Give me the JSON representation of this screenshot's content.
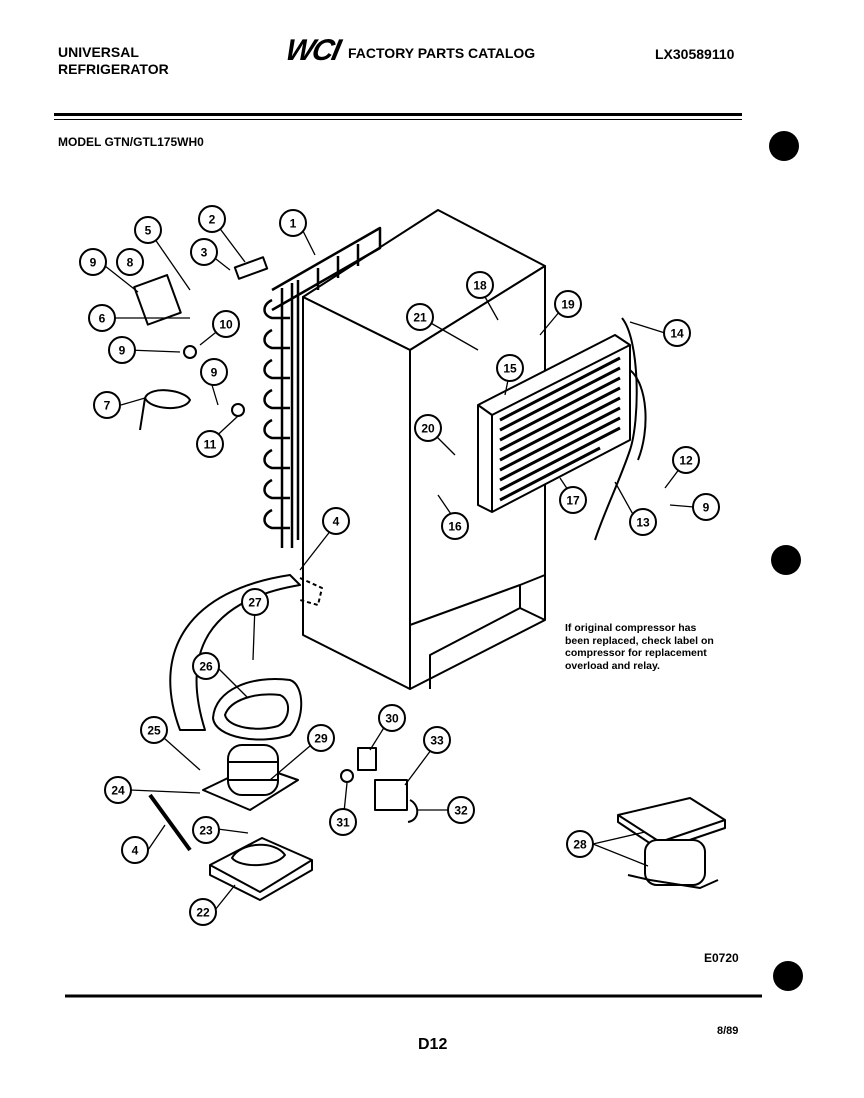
{
  "header": {
    "brand_line1": "UNIVERSAL",
    "brand_line2": "REFRIGERATOR",
    "logo_text": "WCI",
    "catalog_title": "FACTORY PARTS CATALOG",
    "catalog_number": "LX30589110"
  },
  "model": "MODEL GTN/GTL175WH0",
  "note_lines": [
    "If original compressor has",
    "been replaced, check label on",
    "compressor for replacement",
    "overload and relay."
  ],
  "callouts": [
    "1",
    "2",
    "3",
    "4",
    "5",
    "6",
    "7",
    "8",
    "9",
    "10",
    "11",
    "12",
    "13",
    "14",
    "15",
    "16",
    "17",
    "18",
    "19",
    "20",
    "21",
    "22",
    "23",
    "24",
    "25",
    "26",
    "27",
    "28",
    "29",
    "30",
    "31",
    "32",
    "33"
  ],
  "figure_code": "E0720",
  "page_label": "D12",
  "date_code": "8/89"
}
